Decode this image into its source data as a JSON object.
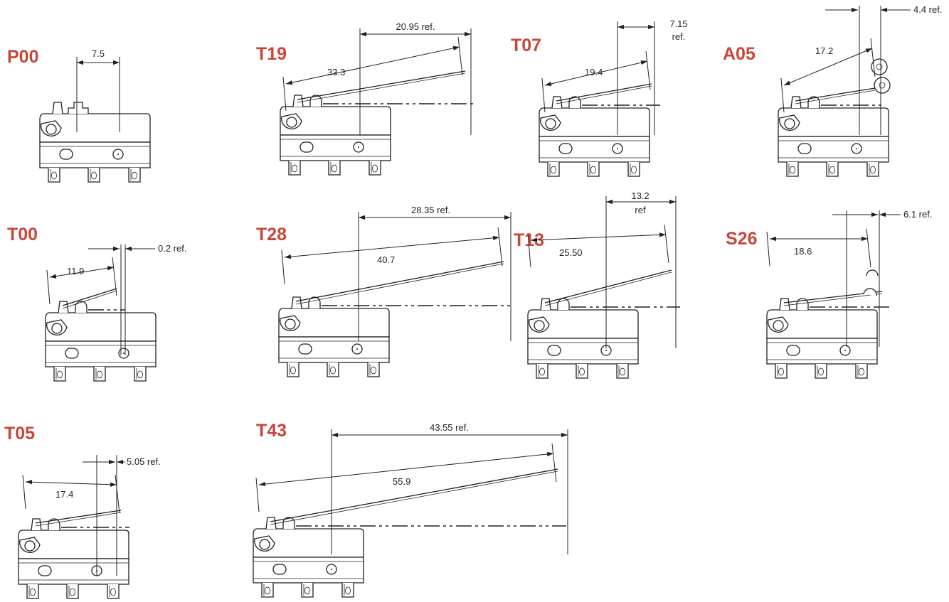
{
  "colors": {
    "code": "#c8463a",
    "line": "#231f20"
  },
  "switches": [
    {
      "code": "P00",
      "actuator": "plunger",
      "dims": [
        "7.5"
      ]
    },
    {
      "code": "T19",
      "actuator": "lever",
      "dims": [
        "33.3",
        "20.95 ref."
      ]
    },
    {
      "code": "T07",
      "actuator": "lever",
      "dims": [
        "19.4",
        "7.15",
        "ref."
      ]
    },
    {
      "code": "A05",
      "actuator": "roller",
      "dims": [
        "17.2",
        "4.4 ref."
      ]
    },
    {
      "code": "T00",
      "actuator": "lever",
      "dims": [
        "11.9",
        "0.2 ref."
      ]
    },
    {
      "code": "T28",
      "actuator": "lever",
      "dims": [
        "40.7",
        "28.35 ref."
      ]
    },
    {
      "code": "T13",
      "actuator": "lever",
      "dims": [
        "25.50",
        "13.2",
        "ref"
      ]
    },
    {
      "code": "S26",
      "actuator": "hook",
      "dims": [
        "18.6",
        "6.1 ref."
      ]
    },
    {
      "code": "T05",
      "actuator": "lever",
      "dims": [
        "17.4",
        "5.05 ref."
      ]
    },
    {
      "code": "T43",
      "actuator": "lever",
      "dims": [
        "55.9",
        "43.55 ref."
      ]
    }
  ]
}
